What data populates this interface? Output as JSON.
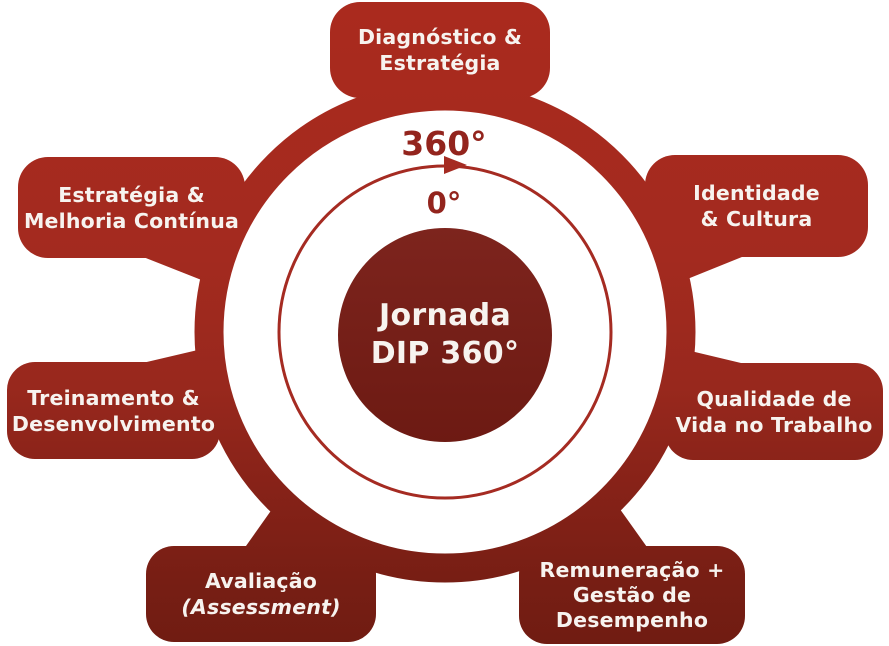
{
  "diagram": {
    "center": {
      "line1": "Jornada",
      "line2": "DIP 360°"
    },
    "dial": {
      "max_label": "360°",
      "min_label": "0°"
    },
    "nodes": [
      {
        "id": "diagnostico",
        "line1": "Diagnóstico &",
        "line2": "Estratégia"
      },
      {
        "id": "identidade",
        "line1": "Identidade",
        "line2": "& Cultura"
      },
      {
        "id": "qualidade",
        "line1": "Qualidade de",
        "line2": "Vida no Trabalho"
      },
      {
        "id": "remuneracao",
        "line1": "Remuneração +",
        "line2": "Gestão de",
        "line3": "Desempenho"
      },
      {
        "id": "avaliacao",
        "line1": "Avaliação",
        "line2": "(Assessment)"
      },
      {
        "id": "treinamento",
        "line1": "Treinamento &",
        "line2": "Desenvolvimento"
      },
      {
        "id": "estrategia",
        "line1": "Estratégia &",
        "line2": "Melhoria Contínua"
      }
    ],
    "colors": {
      "red_top": "#AA2A1E",
      "red_bottom": "#701C12",
      "center_circle_top": "#7D241D",
      "center_circle_bottom": "#6D1A13",
      "arc": "#A52B22",
      "degree_label": "#93241D",
      "label_text": "#F7F3EF",
      "background": "#FFFFFF"
    }
  }
}
